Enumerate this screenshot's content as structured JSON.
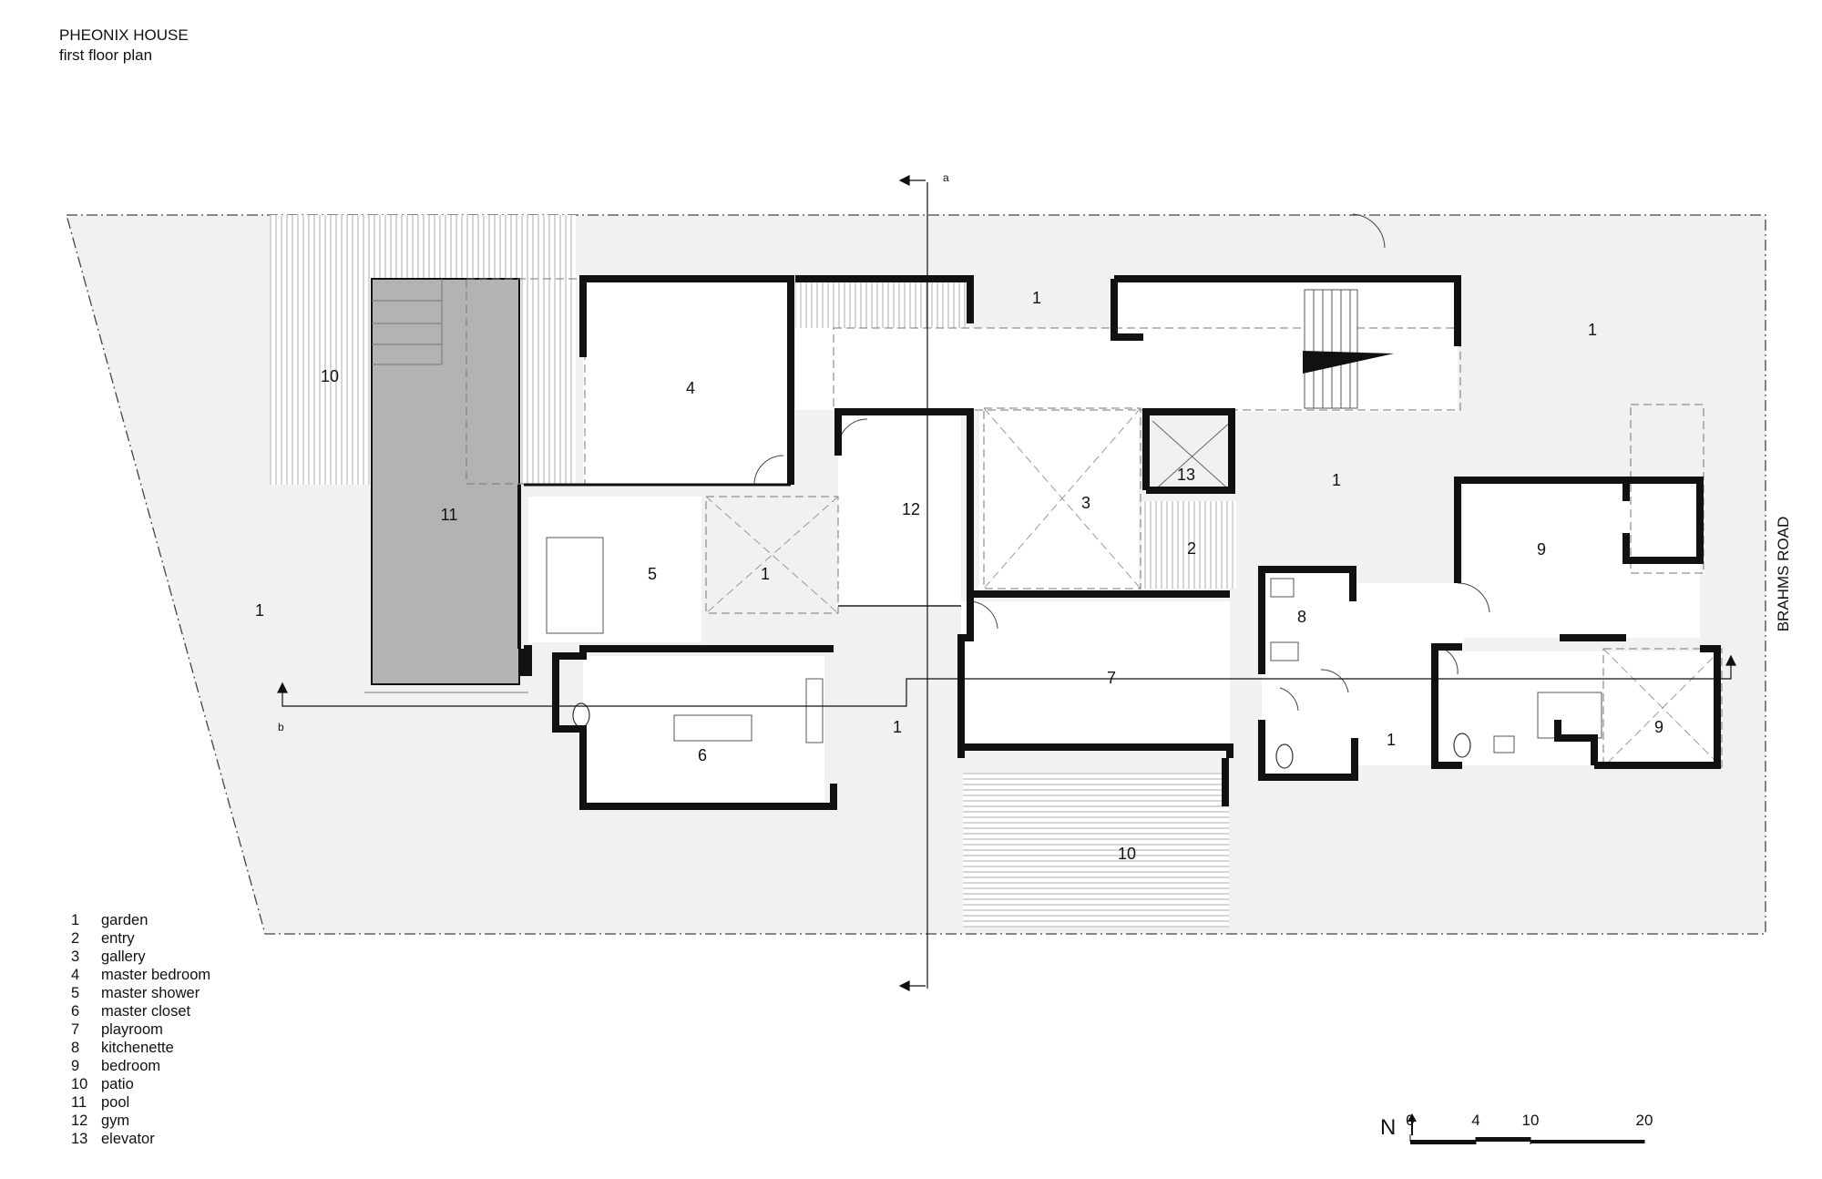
{
  "header": {
    "title": "PHEONIX HOUSE",
    "subtitle": "first floor plan"
  },
  "road_label": "BRAHMS ROAD",
  "section_marks": {
    "a": "a",
    "b": "b"
  },
  "rooms": [
    {
      "n": "10",
      "id": "patio-west"
    },
    {
      "n": "11",
      "id": "pool"
    },
    {
      "n": "1",
      "id": "garden-west"
    },
    {
      "n": "4",
      "id": "master-bedroom"
    },
    {
      "n": "5",
      "id": "master-shower"
    },
    {
      "n": "1",
      "id": "garden-courtyard"
    },
    {
      "n": "12",
      "id": "gym"
    },
    {
      "n": "3",
      "id": "gallery"
    },
    {
      "n": "13",
      "id": "elevator"
    },
    {
      "n": "2",
      "id": "entry"
    },
    {
      "n": "1",
      "id": "garden-north"
    },
    {
      "n": "1",
      "id": "garden-northeast"
    },
    {
      "n": "1",
      "id": "garden-east"
    },
    {
      "n": "9",
      "id": "bedroom-north"
    },
    {
      "n": "8",
      "id": "kitchenette"
    },
    {
      "n": "7",
      "id": "playroom"
    },
    {
      "n": "6",
      "id": "master-closet"
    },
    {
      "n": "1",
      "id": "garden-south"
    },
    {
      "n": "1",
      "id": "garden-southeast"
    },
    {
      "n": "9",
      "id": "bedroom-south"
    },
    {
      "n": "10",
      "id": "patio-south"
    }
  ],
  "legend": [
    {
      "n": "1",
      "label": "garden"
    },
    {
      "n": "2",
      "label": "entry"
    },
    {
      "n": "3",
      "label": "gallery"
    },
    {
      "n": "4",
      "label": "master bedroom"
    },
    {
      "n": "5",
      "label": "master shower"
    },
    {
      "n": "6",
      "label": "master closet"
    },
    {
      "n": "7",
      "label": "playroom"
    },
    {
      "n": "8",
      "label": "kitchenette"
    },
    {
      "n": "9",
      "label": "bedroom"
    },
    {
      "n": "10",
      "label": "patio"
    },
    {
      "n": "11",
      "label": "pool"
    },
    {
      "n": "12",
      "label": "gym"
    },
    {
      "n": "13",
      "label": "elevator"
    }
  ],
  "north": {
    "label": "N"
  },
  "scale_bar": {
    "ticks": [
      "0",
      "4",
      "10",
      "20"
    ]
  },
  "colors": {
    "wall": "#111111",
    "pool": "#b3b3b3",
    "garden": "#f1f1f1",
    "line": "#666666"
  }
}
